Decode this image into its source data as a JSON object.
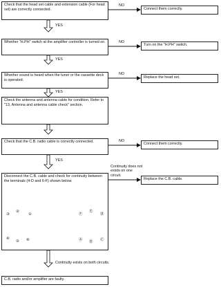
{
  "flow": {
    "steps": [
      {
        "text": "Check that the head set cable and extension cable (For head set) are correctly connected."
      },
      {
        "text": "Whether \"H.PH\" switch at the amplifier controller is turned on."
      },
      {
        "text": "Whether sound is heard when the tuner or the cassette deck is operated."
      },
      {
        "text": "Check the antenna and antenna cable for condition. Refer to \"13, Antenna and antenna cable check\" section."
      },
      {
        "text": "Check that the C.B. radio cable is correctly connected."
      },
      {
        "text": "Disconnect the C.B. cable and check for continuity between the terminals (4-D and 6-F) shown below."
      }
    ],
    "actions": [
      "Connect them correctly.",
      "Turn on the \"H.PH\" switch.",
      "Replace the head set.",
      "Connect them correctly.",
      "Replace the C.B. cable."
    ],
    "yes_label": "YES",
    "no_label": "NO",
    "continuity_fail_label": "Continuity does not exists on one circuit.",
    "continuity_ok_label": "Continuity exists on both circuits.",
    "final": "C.B. radio and/or amplifier are faulty.",
    "connector_left_pins": [
      "③",
      "②",
      "①",
      "④",
      "⑤",
      "⑥"
    ],
    "connector_right_pins": [
      "Ⓕ",
      "Ⓔ",
      "Ⓓ",
      "Ⓐ",
      "Ⓑ",
      "Ⓒ"
    ]
  }
}
